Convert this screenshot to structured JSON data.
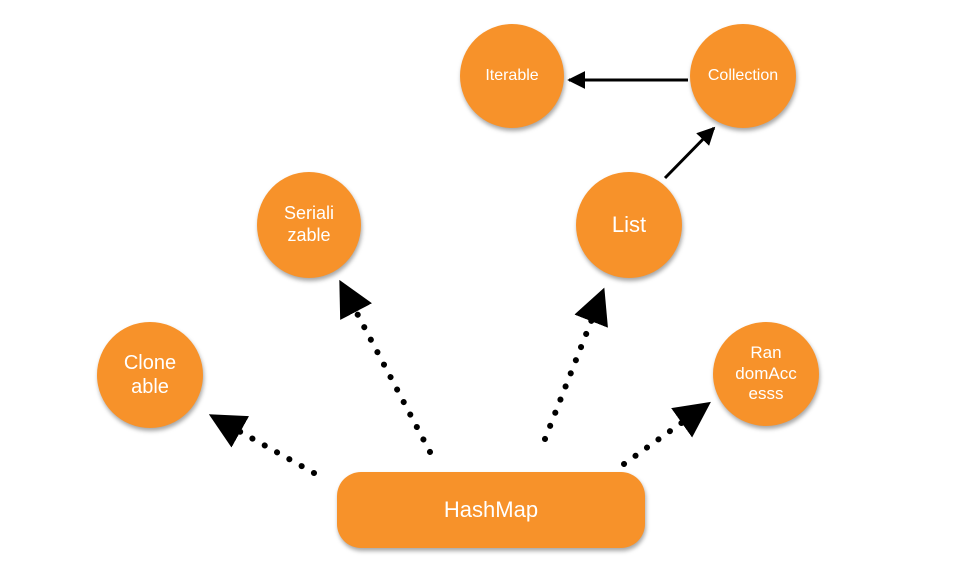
{
  "colors": {
    "node_fill": "#F7922A",
    "node_text": "#ffffff",
    "edge": "#000000"
  },
  "nodes": {
    "iterable": {
      "lines": [
        "Iterable"
      ]
    },
    "collection": {
      "lines": [
        "Collection"
      ]
    },
    "serializable": {
      "lines": [
        "Seriali",
        "zable"
      ]
    },
    "list": {
      "lines": [
        "List"
      ]
    },
    "cloneable": {
      "lines": [
        "Clone",
        "able"
      ]
    },
    "randomaccess": {
      "lines": [
        "Ran",
        "domAcc",
        "esss"
      ]
    },
    "hashmap": {
      "lines": [
        "HashMap"
      ]
    }
  },
  "edges": [
    {
      "from": "collection",
      "to": "iterable",
      "style": "solid"
    },
    {
      "from": "list",
      "to": "collection",
      "style": "solid"
    },
    {
      "from": "hashmap",
      "to": "cloneable",
      "style": "dotted"
    },
    {
      "from": "hashmap",
      "to": "serializable",
      "style": "dotted"
    },
    {
      "from": "hashmap",
      "to": "list",
      "style": "dotted"
    },
    {
      "from": "hashmap",
      "to": "randomaccess",
      "style": "dotted"
    }
  ]
}
